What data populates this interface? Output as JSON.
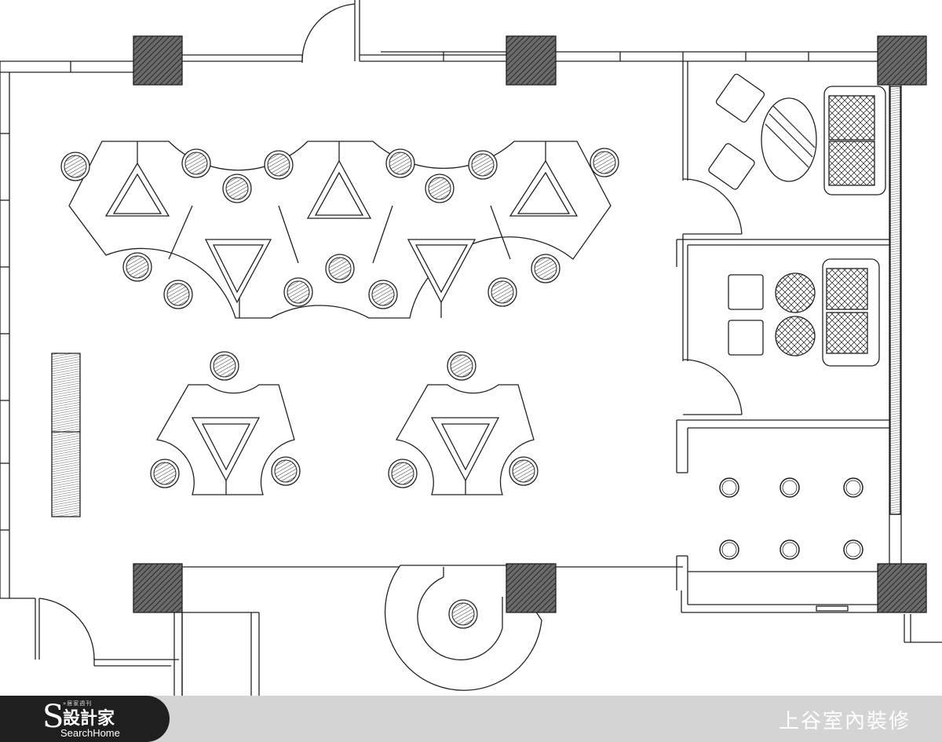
{
  "branding": {
    "logo_top": "»居家週刊",
    "logo_main": "設計家",
    "logo_sub": "SearchHome",
    "studio": "上谷室內裝修"
  },
  "colors": {
    "line": "#222222",
    "hatch_fill": "#555555",
    "footer": "#d4d4d4",
    "logo_bg": "#1f1f1f"
  }
}
